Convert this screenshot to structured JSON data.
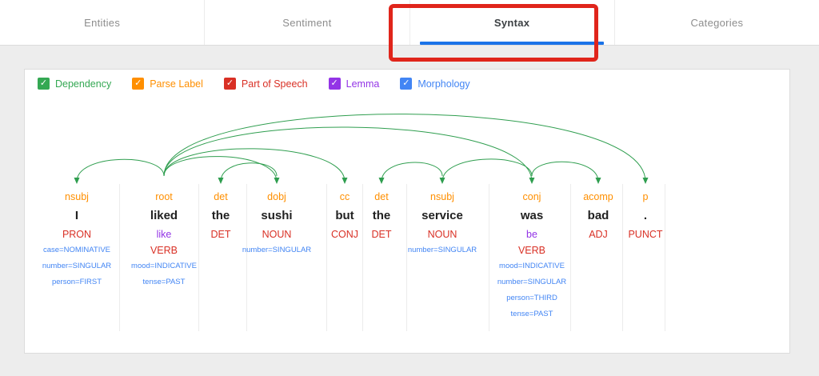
{
  "tabs": [
    {
      "label": "Entities",
      "active": false
    },
    {
      "label": "Sentiment",
      "active": false
    },
    {
      "label": "Syntax",
      "active": true
    },
    {
      "label": "Categories",
      "active": false
    }
  ],
  "annotation": {
    "description": "red highlight box around Syntax tab",
    "color": "#e0251b"
  },
  "colors": {
    "tab_underline": "#1a73e8",
    "arc": "#2f9e4f",
    "word": "#212121"
  },
  "legend": [
    {
      "label": "Dependency",
      "color": "#34a853",
      "checked": true
    },
    {
      "label": "Parse Label",
      "color": "#ff8f00",
      "checked": true
    },
    {
      "label": "Part of Speech",
      "color": "#d93025",
      "checked": true
    },
    {
      "label": "Lemma",
      "color": "#9334e6",
      "checked": true
    },
    {
      "label": "Morphology",
      "color": "#4285f4",
      "checked": true
    }
  ],
  "check_glyph": "✓",
  "tokens": [
    {
      "word": "I",
      "parse_label": "nsubj",
      "lemma": "",
      "pos": "PRON",
      "morphology": [
        "case=NOMINATIVE",
        "number=SINGULAR",
        "person=FIRST"
      ]
    },
    {
      "word": "liked",
      "parse_label": "root",
      "lemma": "like",
      "pos": "VERB",
      "morphology": [
        "mood=INDICATIVE",
        "tense=PAST"
      ]
    },
    {
      "word": "the",
      "parse_label": "det",
      "lemma": "",
      "pos": "DET",
      "morphology": []
    },
    {
      "word": "sushi",
      "parse_label": "dobj",
      "lemma": "",
      "pos": "NOUN",
      "morphology": [
        "number=SINGULAR"
      ]
    },
    {
      "word": "but",
      "parse_label": "cc",
      "lemma": "",
      "pos": "CONJ",
      "morphology": []
    },
    {
      "word": "the",
      "parse_label": "det",
      "lemma": "",
      "pos": "DET",
      "morphology": []
    },
    {
      "word": "service",
      "parse_label": "nsubj",
      "lemma": "",
      "pos": "NOUN",
      "morphology": [
        "number=SINGULAR"
      ]
    },
    {
      "word": "was",
      "parse_label": "conj",
      "lemma": "be",
      "pos": "VERB",
      "morphology": [
        "mood=INDICATIVE",
        "number=SINGULAR",
        "person=THIRD",
        "tense=PAST"
      ]
    },
    {
      "word": "bad",
      "parse_label": "acomp",
      "lemma": "",
      "pos": "ADJ",
      "morphology": []
    },
    {
      "word": ".",
      "parse_label": "p",
      "lemma": "",
      "pos": "PUNCT",
      "morphology": []
    }
  ],
  "arcs": [
    {
      "head": 1,
      "dep": 0,
      "label": "nsubj"
    },
    {
      "head": 3,
      "dep": 2,
      "label": "det"
    },
    {
      "head": 1,
      "dep": 3,
      "label": "dobj"
    },
    {
      "head": 1,
      "dep": 4,
      "label": "cc"
    },
    {
      "head": 6,
      "dep": 5,
      "label": "det"
    },
    {
      "head": 7,
      "dep": 6,
      "label": "nsubj"
    },
    {
      "head": 1,
      "dep": 7,
      "label": "conj"
    },
    {
      "head": 7,
      "dep": 8,
      "label": "acomp"
    },
    {
      "head": 1,
      "dep": 9,
      "label": "p"
    }
  ]
}
